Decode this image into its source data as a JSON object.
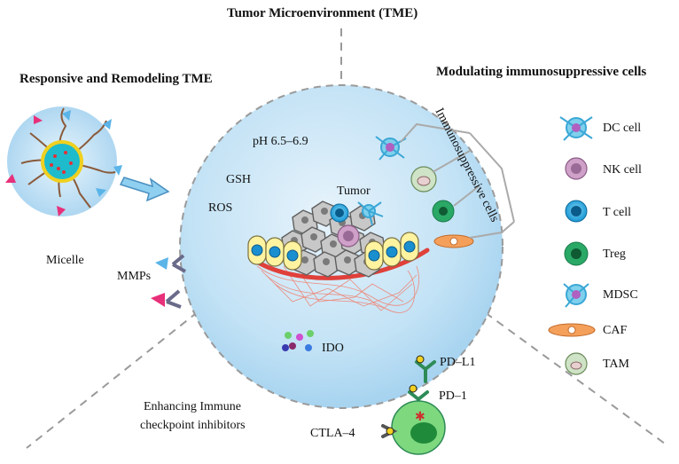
{
  "title": "Tumor Microenvironment (TME)",
  "sections": {
    "left": "Responsive and Remodeling TME",
    "right": "Modulating immunosuppressive cells",
    "bottom_line1": "Enhancing Immune",
    "bottom_line2": "checkpoint inhibitors"
  },
  "labels": {
    "micelle": "Micelle",
    "mmps": "MMPs",
    "ph": "pH 6.5–6.9",
    "gsh": "GSH",
    "ros": "ROS",
    "tumor": "Tumor",
    "ido": "IDO",
    "pdl1": "PD–L1",
    "pd1": "PD–1",
    "ctla4": "CTLA–4",
    "immunosuppressive": "Immunosuppressive cells"
  },
  "legend": [
    {
      "label": "DC cell",
      "icon": "dc-cell-icon"
    },
    {
      "label": "NK cell",
      "icon": "nk-cell-icon"
    },
    {
      "label": "T cell",
      "icon": "t-cell-icon"
    },
    {
      "label": "Treg",
      "icon": "treg-icon"
    },
    {
      "label": "MDSC",
      "icon": "mdsc-icon"
    },
    {
      "label": "CAF",
      "icon": "caf-icon"
    },
    {
      "label": "TAM",
      "icon": "tam-icon"
    }
  ],
  "colors": {
    "sphere": "#bfe0f4",
    "t_cell": "#1fa4dc",
    "treg": "#2aa866",
    "caf": "#f5a05a",
    "nk": "#cfa0c8",
    "tam": "#cfe3c6",
    "dc": "#7ed0ec",
    "vessel": "#e0403a",
    "antibody": "#2e8b57",
    "micelle_core": "#1dbbcc"
  }
}
